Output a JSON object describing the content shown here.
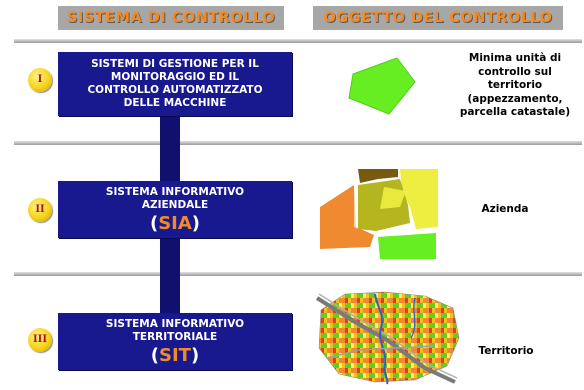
{
  "headers": {
    "left": "SISTEMA DI CONTROLLO",
    "right": "OGGETTO DEL CONTROLLO"
  },
  "levels": [
    {
      "badge": "I",
      "box_lines": [
        "SISTEMI DI GESTIONE PER IL",
        "MONITORAGGIO ED IL",
        "CONTROLLO AUTOMATIZZATO",
        "DELLE MACCHINE"
      ],
      "acronym": "",
      "object_lines": [
        "Minima unità di",
        "controllo sul",
        "territorio",
        "(appezzamento,",
        "parcella catastale)"
      ]
    },
    {
      "badge": "II",
      "box_lines": [
        "SISTEMA INFORMATIVO",
        "AZIENDALE"
      ],
      "acronym": "SIA",
      "object_lines": [
        "Azienda"
      ]
    },
    {
      "badge": "III",
      "box_lines": [
        "SISTEMA INFORMATIVO",
        "TERRITORIALE"
      ],
      "acronym": "SIT",
      "object_lines": [
        "Territorio"
      ]
    }
  ],
  "colors": {
    "header_bg": "#a7a7a7",
    "header_text": "#f08a24",
    "box_bg": "#19198f",
    "spine": "#10106e",
    "acronym": "#f08a24",
    "badge": "#f6d21a",
    "badge_text": "#b4121c",
    "parcel_green": "#66ee22",
    "farm_orange": "#f08a30",
    "farm_brown": "#7a5a10",
    "farm_olive": "#b5b520",
    "farm_yellow": "#eeee40",
    "farm_green": "#66ee22"
  },
  "icons": {
    "parcel": "parcel-polygon-icon",
    "farm": "farm-parcels-map-icon",
    "territory": "territory-map-icon"
  }
}
